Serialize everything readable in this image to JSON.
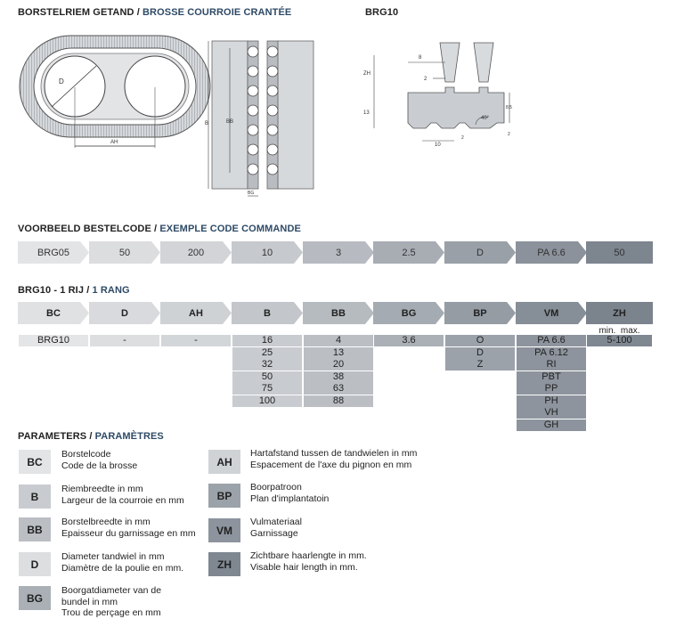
{
  "title_left": {
    "nl": "BORSTELRIEM GETAND",
    "sep": " / ",
    "fr": "BROSSE COURROIE CRANTÉE"
  },
  "title_right": "BRG10",
  "drawing_labels": {
    "d": "D",
    "ah": "AH",
    "b": "B",
    "bb": "BB",
    "bg": "BG",
    "zh": "ZH",
    "thirteen": "13",
    "eight": "8",
    "two": "2",
    "ten": "10",
    "angle": "40°",
    "eightfive": "8.5",
    "two_b": "2",
    "two_c": "2"
  },
  "example": {
    "title_nl": "VOORBEELD BESTELCODE",
    "sep": " / ",
    "title_fr": "EXEMPLE CODE COMMANDE",
    "values": [
      "BRG05",
      "50",
      "200",
      "10",
      "3",
      "2.5",
      "D",
      "PA 6.6",
      "50"
    ],
    "colors": [
      "#e3e4e6",
      "#dcdddf",
      "#d2d4d7",
      "#c6c9cd",
      "#b7bbc1",
      "#a8adb4",
      "#99a0a8",
      "#8b929b",
      "#7d858f"
    ]
  },
  "rang": {
    "title_nl": "BRG10 - 1 RIJ",
    "sep": " / ",
    "title_fr": "1 RANG",
    "headers": [
      "BC",
      "D",
      "AH",
      "B",
      "BB",
      "BG",
      "BP",
      "VM",
      "ZH"
    ],
    "zh_minmax": "min.  max.",
    "bc": [
      "BRG10"
    ],
    "d": [
      "-"
    ],
    "ah": [
      "-"
    ],
    "b": [
      "16",
      "25",
      "32",
      "50",
      "75",
      "100"
    ],
    "bb": [
      "4",
      "13",
      "20",
      "38",
      "63",
      "88"
    ],
    "bg": [
      "3.6"
    ],
    "bp": [
      "O",
      "D",
      "Z"
    ],
    "vm": [
      "PA 6.6",
      "PA 6.12",
      "RI",
      "PBT",
      "PP",
      "PH",
      "VH",
      "GH"
    ],
    "zh": [
      "5-100"
    ]
  },
  "params": {
    "title_nl": "PARAMETERS",
    "sep": " / ",
    "title_fr": "PARAMÈTRES",
    "left": [
      {
        "code": "BC",
        "l1": "Borstelcode",
        "l2": "Code de la brosse",
        "l3": ""
      },
      {
        "code": "B",
        "l1": "Riembreedte in mm",
        "l2": "Largeur de la courroie en mm",
        "l3": ""
      },
      {
        "code": "BB",
        "l1": "Borstelbreedte in mm",
        "l2": "Epaisseur du garnissage en mm",
        "l3": ""
      },
      {
        "code": "D",
        "l1": "Diameter tandwiel in mm",
        "l2": "Diamètre de la poulie en mm.",
        "l3": ""
      },
      {
        "code": "BG",
        "l1": "Boorgatdiameter van de",
        "l2": "bundel in mm",
        "l3": "Trou de perçage en mm"
      }
    ],
    "right": [
      {
        "code": "AH",
        "l1": "Hartafstand tussen de tandwielen in mm",
        "l2": "Espacement de l'axe du pignon en mm"
      },
      {
        "code": "BP",
        "l1": "Boorpatroon",
        "l2": "Plan d'implantatoin"
      },
      {
        "code": "VM",
        "l1": "Vulmateriaal",
        "l2": "Garnissage"
      },
      {
        "code": "ZH",
        "l1": "Zichtbare haarlengte in mm.",
        "l2": "Visable hair length in mm."
      }
    ]
  }
}
